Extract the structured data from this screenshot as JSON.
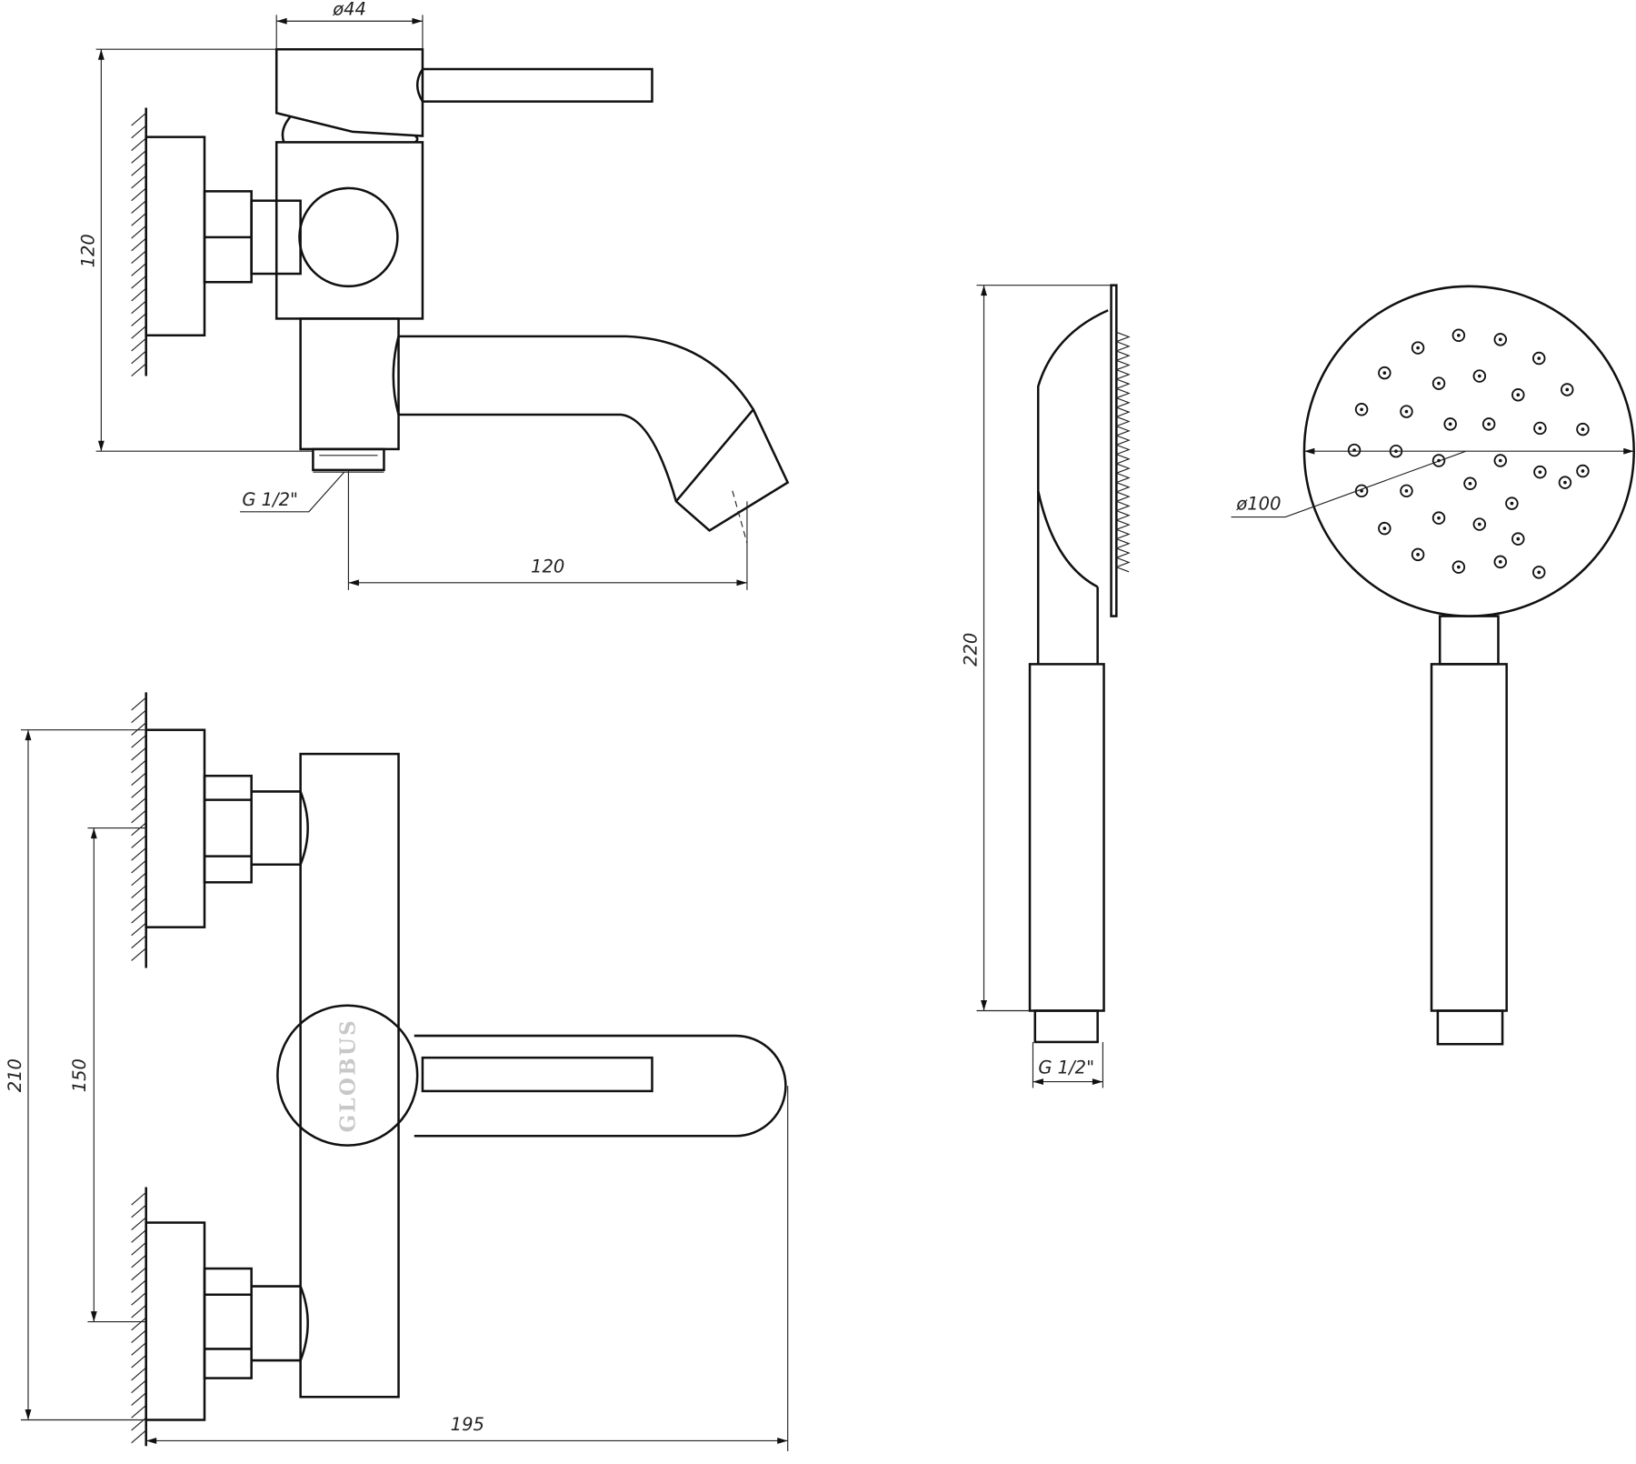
{
  "dimensions": {
    "handle_diameter": "ø44",
    "mixer_height": "120",
    "inlet_thread_top": "G 1/2\"",
    "spout_reach": "120",
    "shower_length": "220",
    "shower_head_diameter": "ø100",
    "shower_thread": "G 1/2\"",
    "overall_height": "210",
    "inlet_spacing": "150",
    "overall_depth": "195"
  },
  "brand": "GLOBUS"
}
